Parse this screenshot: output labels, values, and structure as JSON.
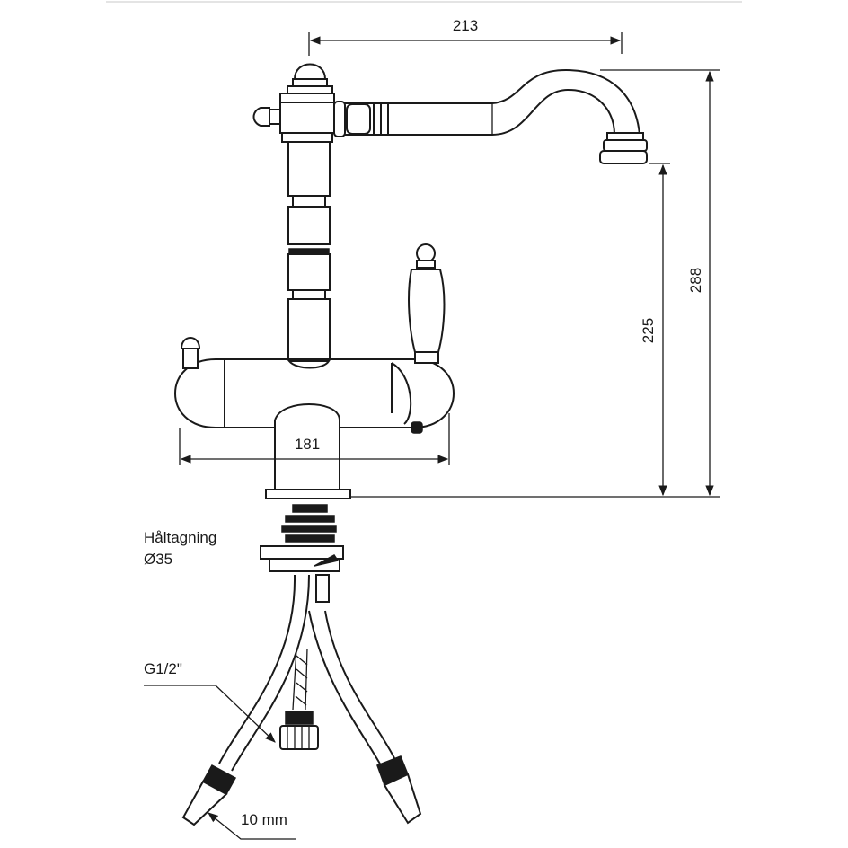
{
  "dimensions": {
    "spout_reach": "213",
    "total_height": "288",
    "spout_height": "225",
    "body_width": "181"
  },
  "annotations": {
    "hole_label": "Håltagning",
    "hole_diameter": "Ø35",
    "thread": "G1/2\"",
    "hose_size": "10 mm"
  }
}
